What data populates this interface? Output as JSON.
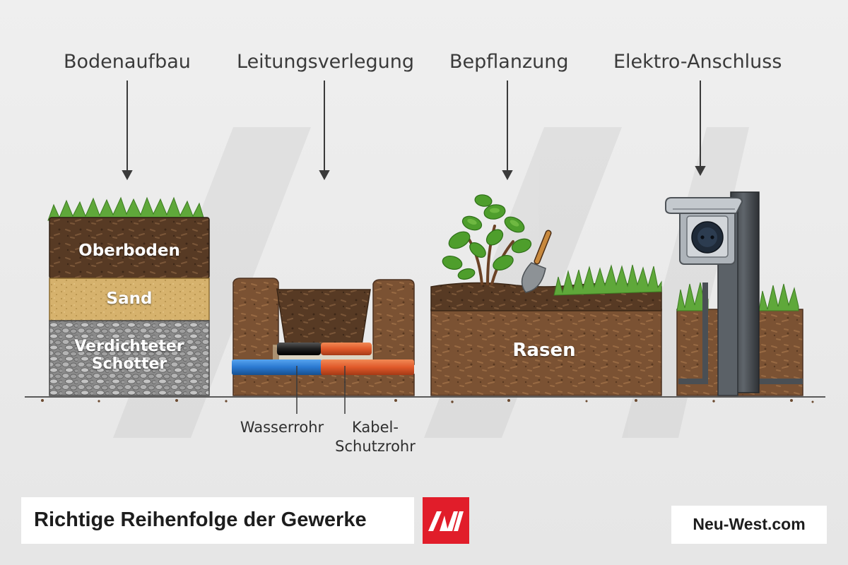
{
  "stages": [
    {
      "label": "Bodenaufbau"
    },
    {
      "label": "Leitungsverlegung"
    },
    {
      "label": "Bepflanzung"
    },
    {
      "label": "Elektro-Anschluss"
    }
  ],
  "soil_layers": {
    "topsoil": "Oberboden",
    "sand": "Sand",
    "gravel": "Verdichteter\nSchotter"
  },
  "pipes": {
    "water": "Wasserrohr",
    "cable": "Kabel-\nSchutzrohr"
  },
  "lawn": {
    "label": "Rasen"
  },
  "footer": {
    "title": "Richtige Reihenfolge der Gewerke",
    "site": "Neu-West.com"
  },
  "colors": {
    "brand_red": "#e11d2a",
    "topsoil": "#5a3b24",
    "sand": "#d9b571",
    "gravel": "#8c8c8c",
    "soil": "#7a5232",
    "grass": "#5fa83a",
    "water_pipe": "#2a78d0",
    "cable_pipe": "#e0592a",
    "post": "#4e5358"
  },
  "icons": [
    "shrub-icon",
    "trowel-icon",
    "outdoor-socket-icon",
    "logo-icon"
  ]
}
